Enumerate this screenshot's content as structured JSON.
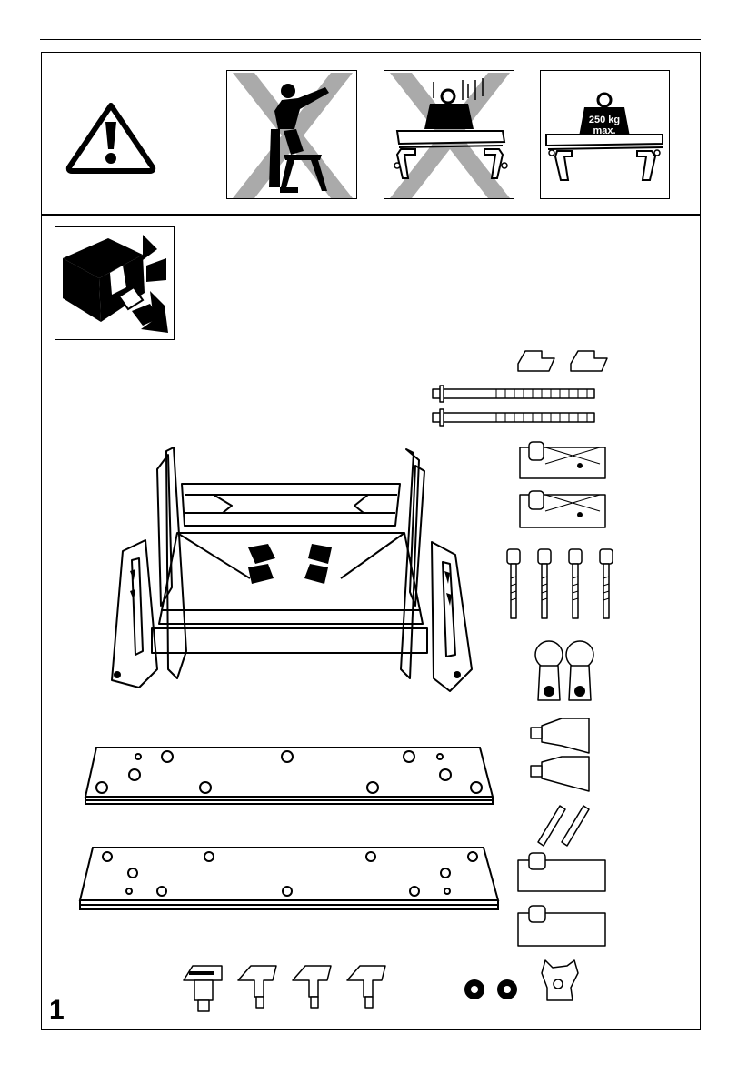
{
  "step_number": "1",
  "weight_panel": {
    "line1": "250 kg",
    "line2": "max."
  },
  "icons": {
    "warning": "warning-triangle-icon",
    "no_standing": "no-standing-on-bench-icon",
    "no_dropping": "no-dropping-load-icon",
    "max_load": "max-load-icon",
    "unpack": "unpack-box-icon"
  }
}
